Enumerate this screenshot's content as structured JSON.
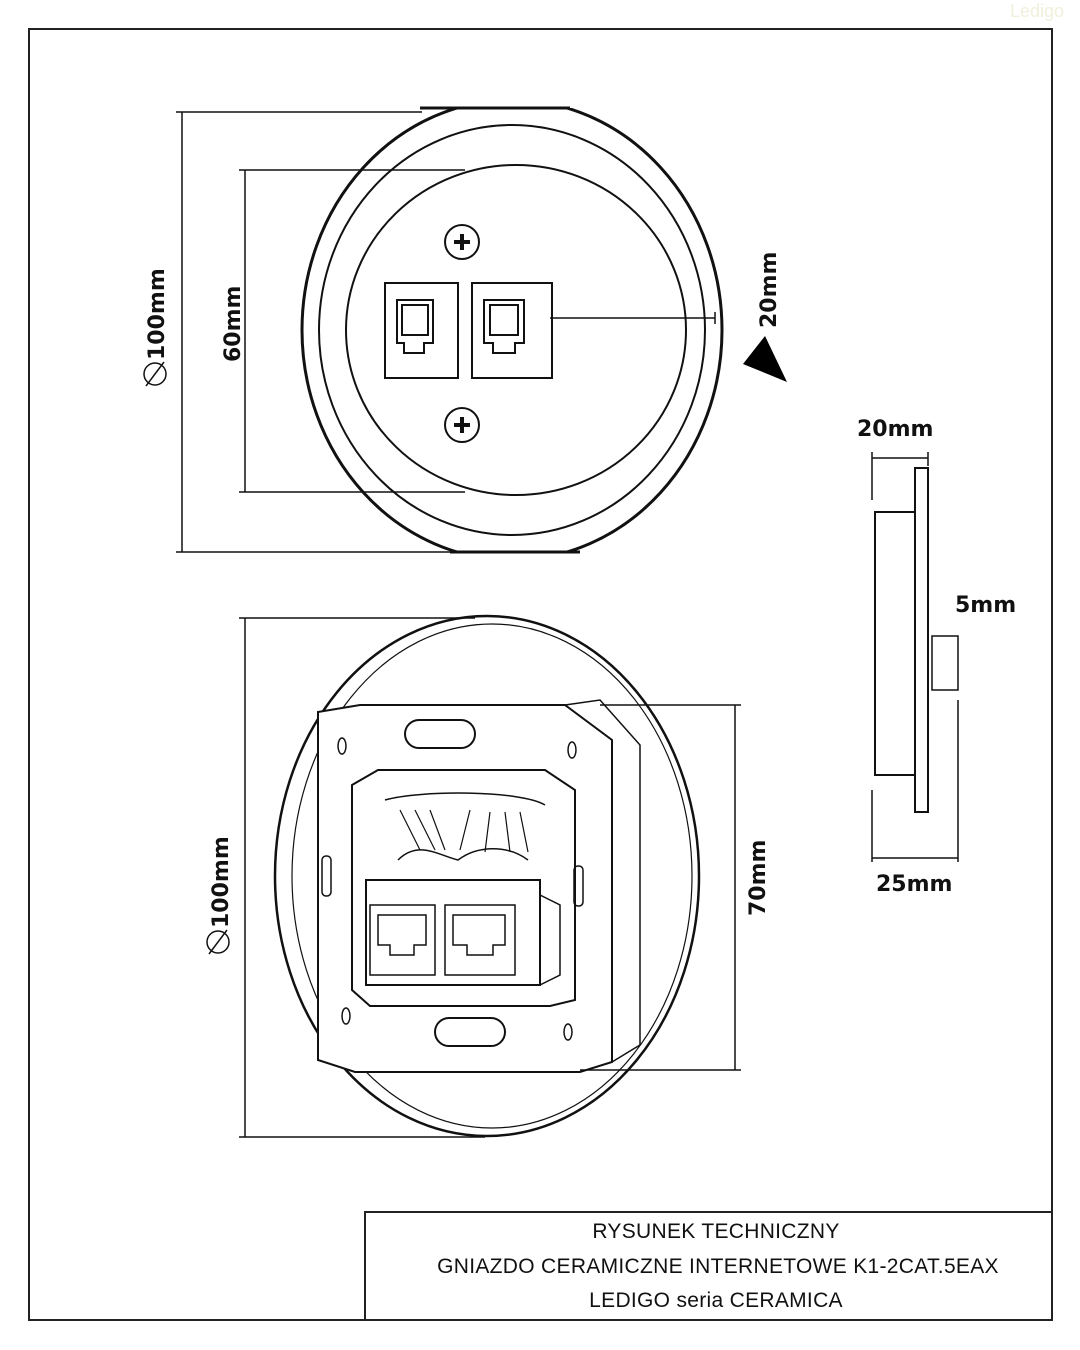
{
  "watermark": "Ledigo",
  "top_view": {
    "diameter_label": "100mm",
    "inner_label": "60mm",
    "depth_label": "20mm"
  },
  "bottom_view": {
    "diameter_label": "100mm",
    "mechanism_label": "70mm"
  },
  "side_view": {
    "top_label": "20mm",
    "jack_label": "5mm",
    "bottom_label": "25mm"
  },
  "title_block": {
    "line1": "RYSUNEK TECHNICZNY",
    "line2": "GNIAZDO CERAMICZNE INTERNETOWE K1-2CAT.5EAX",
    "line3": "LEDIGO seria CERAMICA"
  }
}
